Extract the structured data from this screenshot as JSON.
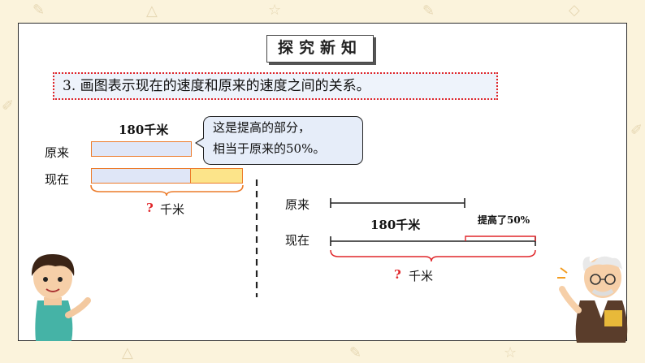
{
  "heading": "探究新知",
  "question": "3. 画图表示现在的速度和原来的速度之间的关系。",
  "bubble": {
    "line1": "这是提高的部分，",
    "line2": "相当于原来的50%。"
  },
  "diagram_left": {
    "top_value": "180千米",
    "row1_label": "原来",
    "row2_label": "现在",
    "bottom_q": "?",
    "bottom_unit": "千米"
  },
  "diagram_right": {
    "row1_label": "原来",
    "row2_label": "现在",
    "mid_value": "180千米",
    "increase_label": "提高了50%",
    "bottom_q": "?",
    "bottom_unit": "千米"
  },
  "colors": {
    "bar_fill": "#dfe6f7",
    "increase_fill": "#fce48a",
    "bar_border": "#ec7b2a",
    "dotted_border": "#e0262a"
  },
  "characters": [
    "boy",
    "teacher"
  ]
}
